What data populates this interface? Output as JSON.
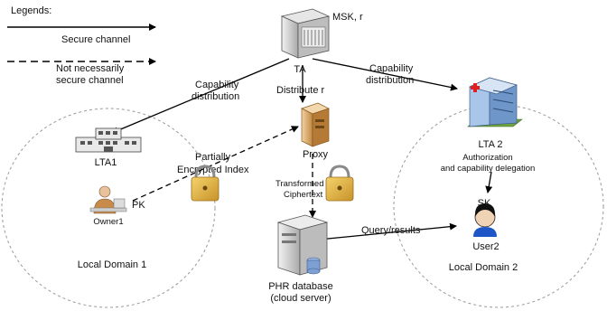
{
  "legend": {
    "title": "Legends:",
    "secure_label": "Secure channel",
    "insecure_line1": "Not necessarily",
    "insecure_line2": "secure channel"
  },
  "nodes": {
    "ta_top_label": "MSK, r",
    "ta_label": "TA",
    "proxy_label": "Proxy",
    "lta1_label": "LTA1",
    "lta2_label": "LTA 2",
    "owner_label": "Owner1",
    "owner_key": "PK",
    "user_label": "User2",
    "user_key": "SK",
    "phr_line1": "PHR database",
    "phr_line2": "(cloud server)"
  },
  "edges": {
    "cap_left_1": "Capability",
    "cap_left_2": "distribution",
    "cap_right_1": "Capability",
    "cap_right_2": "distribution",
    "distribute": "Distribute r",
    "partial_1": "Partially",
    "partial_2": "Encrypted Index",
    "transformed_1": "Transformed",
    "transformed_2": "Ciphertext",
    "auth_1": "Authorization",
    "auth_2": "and capability delegation",
    "query": "Query/results"
  },
  "domains": {
    "left": "Local Domain 1",
    "right": "Local Domain 2"
  },
  "colors": {
    "server_gray": "#c9c9c9",
    "proxy_tan": "#d9a86a",
    "lock_gold": "#e2b64a",
    "hospital_blue": "#7fa9d8",
    "grass_green": "#5cae3c"
  }
}
